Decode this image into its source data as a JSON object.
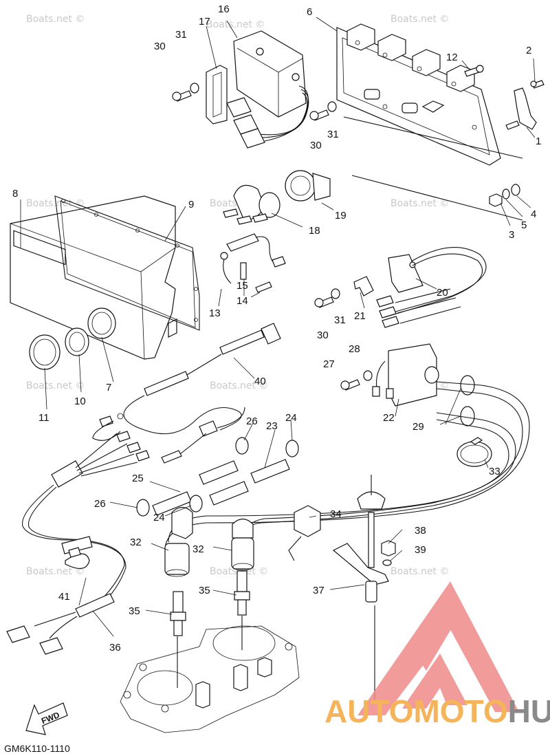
{
  "watermark_text": "Boats.net ©",
  "diagram_code": "GM6K110-1110",
  "fwd_label": "FWD",
  "brand": {
    "part1": "AUTOMOTO",
    "part2": "HUB",
    "color1": "#f5b35a",
    "color2": "#8a8a8a",
    "logo_color": "#f08a8a"
  },
  "callouts": {
    "c1": "1",
    "c2": "2",
    "c3": "3",
    "c4": "4",
    "c5": "5",
    "c6": "6",
    "c7": "7",
    "c8": "8",
    "c9": "9",
    "c10": "10",
    "c11": "11",
    "c12": "12",
    "c13": "13",
    "c14": "14",
    "c15": "15",
    "c16": "16",
    "c17": "17",
    "c18": "18",
    "c19": "19",
    "c20": "20",
    "c21": "21",
    "c22": "22",
    "c23": "23",
    "c24a": "24",
    "c24b": "24",
    "c25": "25",
    "c26a": "26",
    "c26b": "26",
    "c27": "27",
    "c28": "28",
    "c29": "29",
    "c30a": "30",
    "c30b": "30",
    "c30c": "30",
    "c31a": "31",
    "c31b": "31",
    "c31c": "31",
    "c32a": "32",
    "c32b": "32",
    "c33": "33",
    "c34": "34",
    "c35a": "35",
    "c35b": "35",
    "c36": "36",
    "c37": "37",
    "c38": "38",
    "c39": "39",
    "c40": "40",
    "c41": "41"
  }
}
